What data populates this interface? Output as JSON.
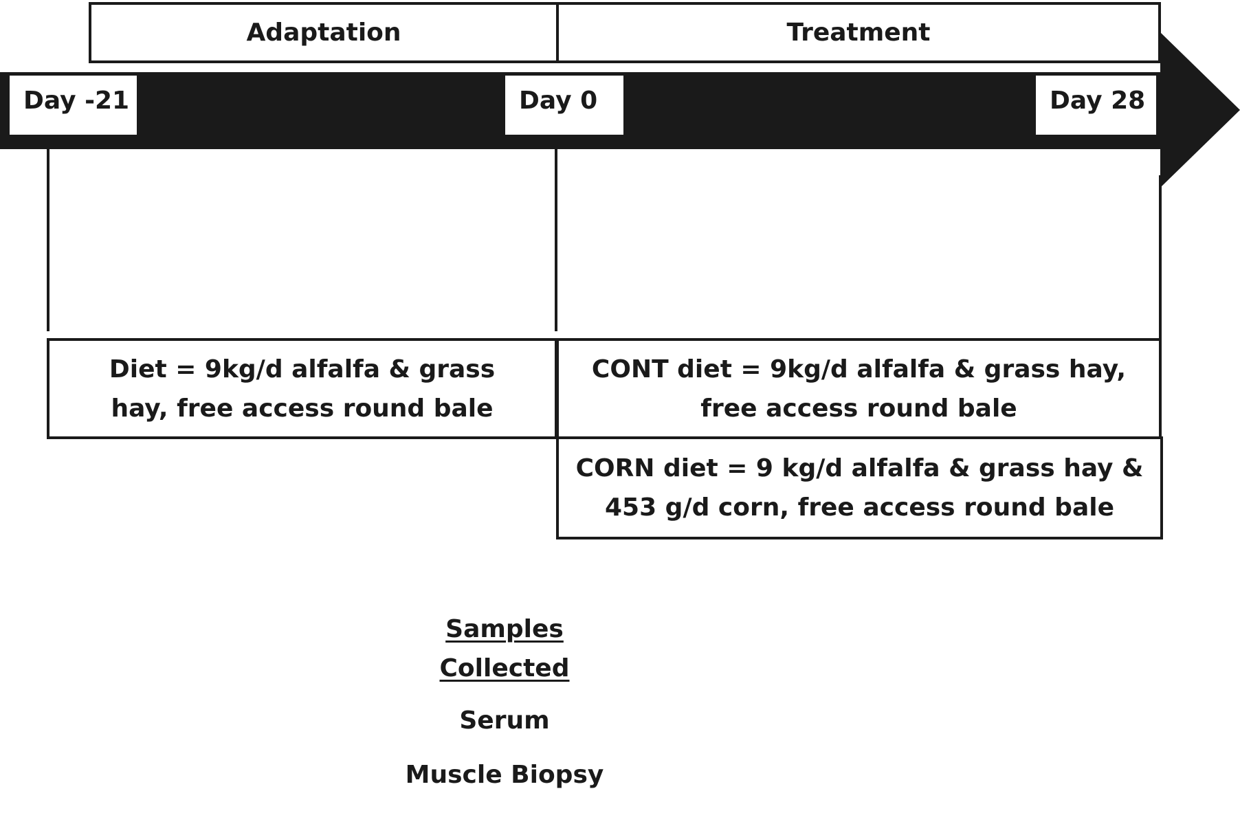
{
  "phases": {
    "adaptation": "Adaptation",
    "treatment": "Treatment"
  },
  "timeline": {
    "day_start": "Day -21",
    "day_zero": "Day 0",
    "day_end": "Day 28"
  },
  "diets": {
    "adaptation": "Diet = 9kg/d alfalfa & grass hay, free access round bale",
    "cont": "CONT diet = 9kg/d alfalfa & grass hay, free access round bale",
    "corn": "CORN diet = 9 kg/d alfalfa & grass hay & 453 g/d corn, free access round bale"
  },
  "samples": {
    "heading": "Samples Collected",
    "items": [
      "Serum",
      "Muscle Biopsy"
    ]
  },
  "colors": {
    "line": "#1a1a1a",
    "background": "#ffffff"
  }
}
